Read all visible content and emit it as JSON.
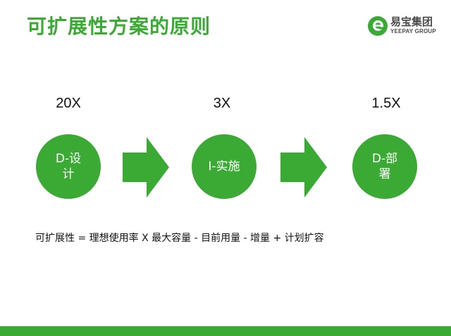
{
  "title": "可扩展性方案的原则",
  "brand": {
    "name_cn": "易宝集团",
    "name_en": "YEEPAY GROUP",
    "color": "#3aaa35"
  },
  "stages": [
    {
      "factor": "20X",
      "label": "D-设计"
    },
    {
      "factor": "3X",
      "label": "I-实施"
    },
    {
      "factor": "1.5X",
      "label": "D-部署"
    }
  ],
  "arrow_icon": "right-arrow-icon",
  "formula": "可扩展性 = 理想使用率 X 最大容量 - 目前用量 - 增量 + 计划扩容"
}
